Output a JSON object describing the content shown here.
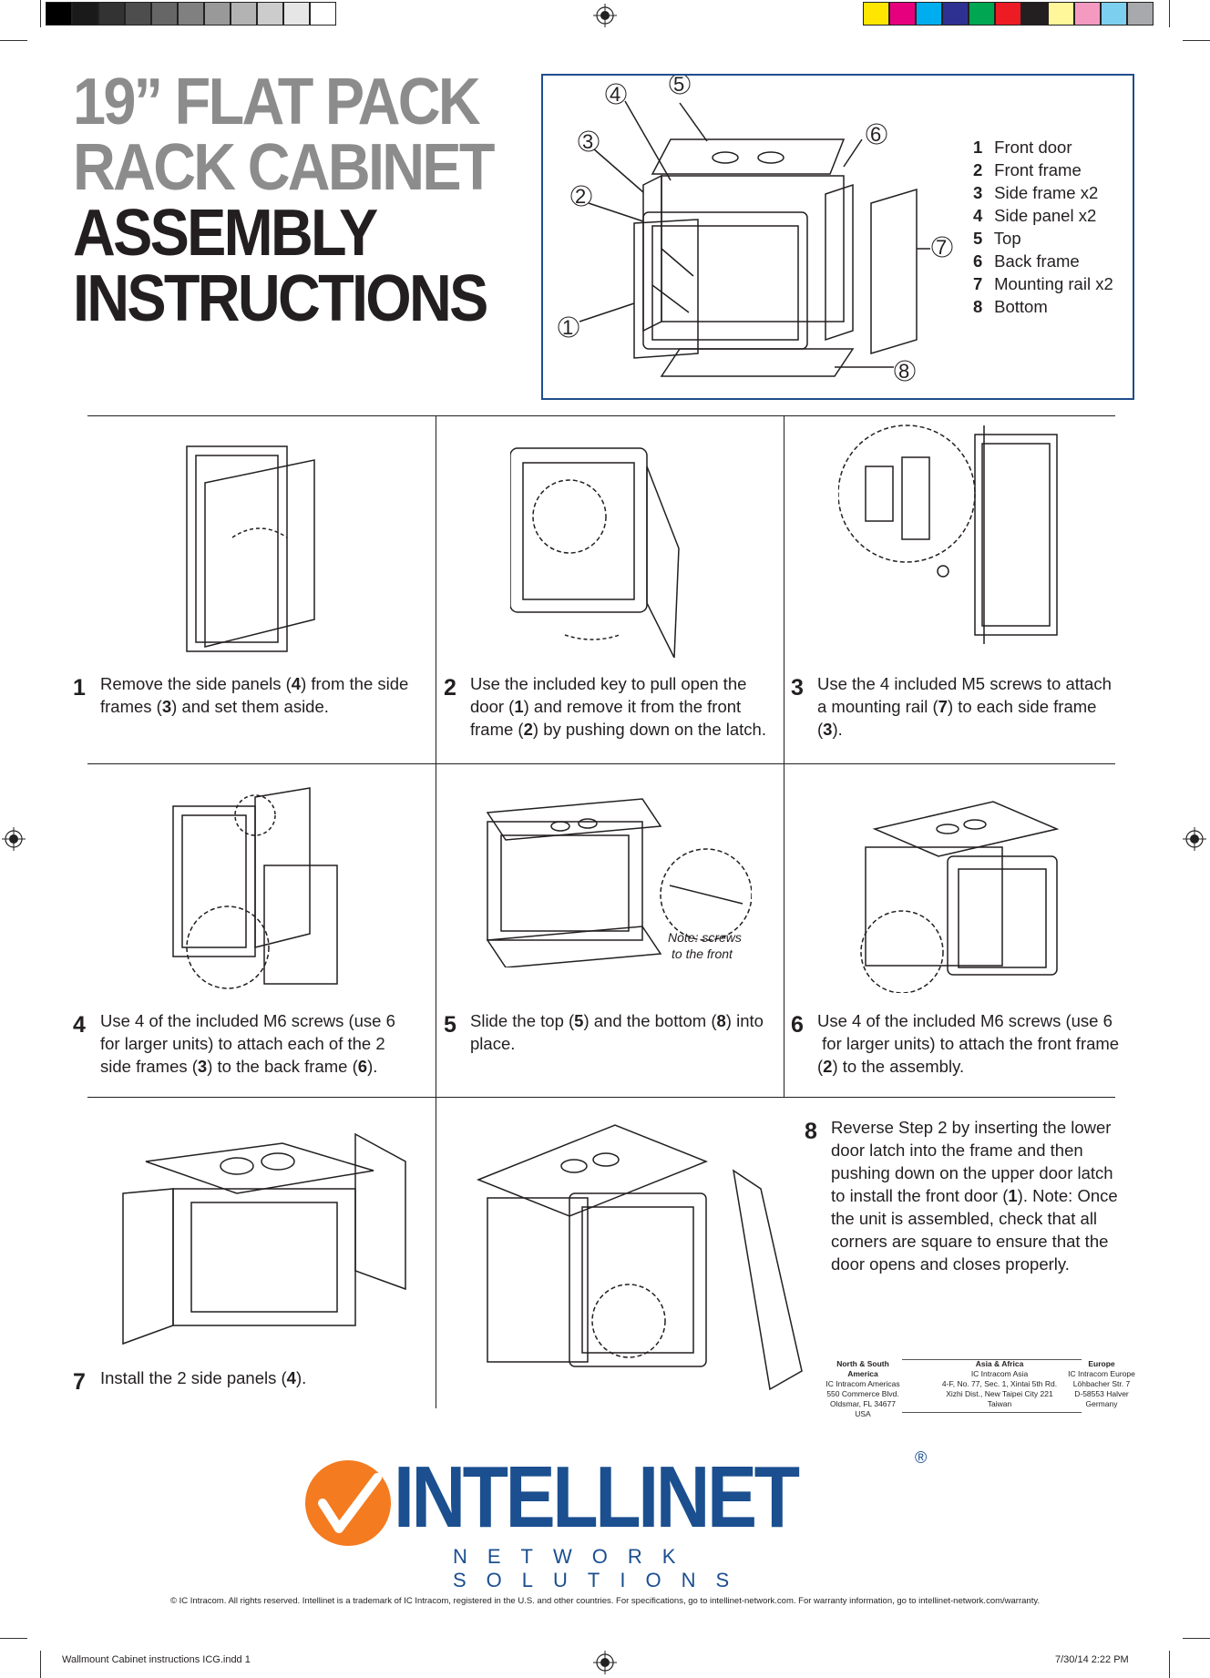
{
  "title": {
    "line1": "19” FLAT PACK",
    "line2": "RACK CABINET",
    "line3": "ASSEMBLY",
    "line4": "INSTRUCTIONS"
  },
  "parts": [
    {
      "num": "1",
      "label": "Front door"
    },
    {
      "num": "2",
      "label": "Front frame"
    },
    {
      "num": "3",
      "label": "Side frame x2"
    },
    {
      "num": "4",
      "label": "Side panel x2"
    },
    {
      "num": "5",
      "label": "Top"
    },
    {
      "num": "6",
      "label": "Back frame"
    },
    {
      "num": "7",
      "label": "Mounting rail x2"
    },
    {
      "num": "8",
      "label": "Bottom"
    }
  ],
  "steps": [
    {
      "num": "1",
      "html": "Remove the side panels (<b>4</b>) from the side frames (<b>3</b>) and set them aside."
    },
    {
      "num": "2",
      "html": "Use the included key to pull open the door (<b>1</b>) and remove it from the front frame (<b>2</b>) by pushing down on the latch."
    },
    {
      "num": "3",
      "html": "Use the 4 included M5 screws to attach a mounting rail (<b>7</b>) to each side frame (<b>3</b>)."
    },
    {
      "num": "4",
      "html": "Use 4 of the included M6 screws (use 6 for larger units) to attach each of the 2 side frames (<b>3</b>) to the back frame (<b>6</b>)."
    },
    {
      "num": "5",
      "html": "Slide the top (<b>5</b>) and the bottom (<b>8</b>) into place."
    },
    {
      "num": "6",
      "html": "Use 4 of the included M6 screws (use 6 &nbsp;for larger units) to attach the front frame (<b>2</b>) to the assembly."
    },
    {
      "num": "7",
      "html": "Install the 2 side panels (<b>4</b>)."
    },
    {
      "num": "8",
      "html": "Reverse Step 2 by inserting the lower door latch into the frame and then pushing down on the upper door latch to install the front door (<b>1</b>). Note: Once the unit is assembled, check that all corners are square to ensure that the door opens and closes properly."
    }
  ],
  "step5_note": {
    "line1": "Note: screws",
    "line2": "to the front"
  },
  "offices": [
    {
      "region": "North & South America",
      "lines": [
        "IC Intracom Americas",
        "550 Commerce Blvd.",
        "Oldsmar, FL 34677",
        "USA"
      ]
    },
    {
      "region": "Asia & Africa",
      "lines": [
        "IC Intracom Asia",
        "4-F, No. 77, Sec. 1, Xintai 5th Rd.",
        "Xizhi Dist., New Taipei City 221",
        "Taiwan"
      ]
    },
    {
      "region": "Europe",
      "lines": [
        "IC Intracom Europe",
        "Löhbacher Str. 7",
        "D-58553 Halver",
        "Germany"
      ]
    }
  ],
  "logo": {
    "brand": "INTELLINET",
    "registered": "®",
    "tagline": "NETWORK SOLUTIONS"
  },
  "copyright": "© IC Intracom. All rights reserved. Intellinet is a trademark of IC Intracom, registered in the U.S. and other countries. For specifications, go to intellinet-network.com. For warranty information, go to intellinet-network.com/warranty.",
  "footer": {
    "file": "Wallmount Cabinet instructions ICG.indd   1",
    "date": "7/30/14   2:22 PM"
  },
  "colors": {
    "title_grey": "#8c8c8c",
    "box_border": "#1f4e8c",
    "logo_orange": "#f47b20",
    "logo_blue": "#1b4f8f",
    "swatches_right": [
      "#ffe600",
      "#e6007e",
      "#00aeef",
      "#2e3192",
      "#00a651",
      "#ed1c24",
      "#231f20",
      "#fff799",
      "#f49ac1",
      "#7dcfef",
      "#a7a9ac"
    ],
    "swatches_left": [
      "#000000",
      "#1a1a1a",
      "#333333",
      "#4d4d4d",
      "#666666",
      "#808080",
      "#999999",
      "#b3b3b3",
      "#cccccc",
      "#e6e6e6",
      "#ffffff"
    ]
  },
  "icons": [
    "registration-mark-icon",
    "cabinet-exploded-diagram",
    "step-illustration"
  ]
}
